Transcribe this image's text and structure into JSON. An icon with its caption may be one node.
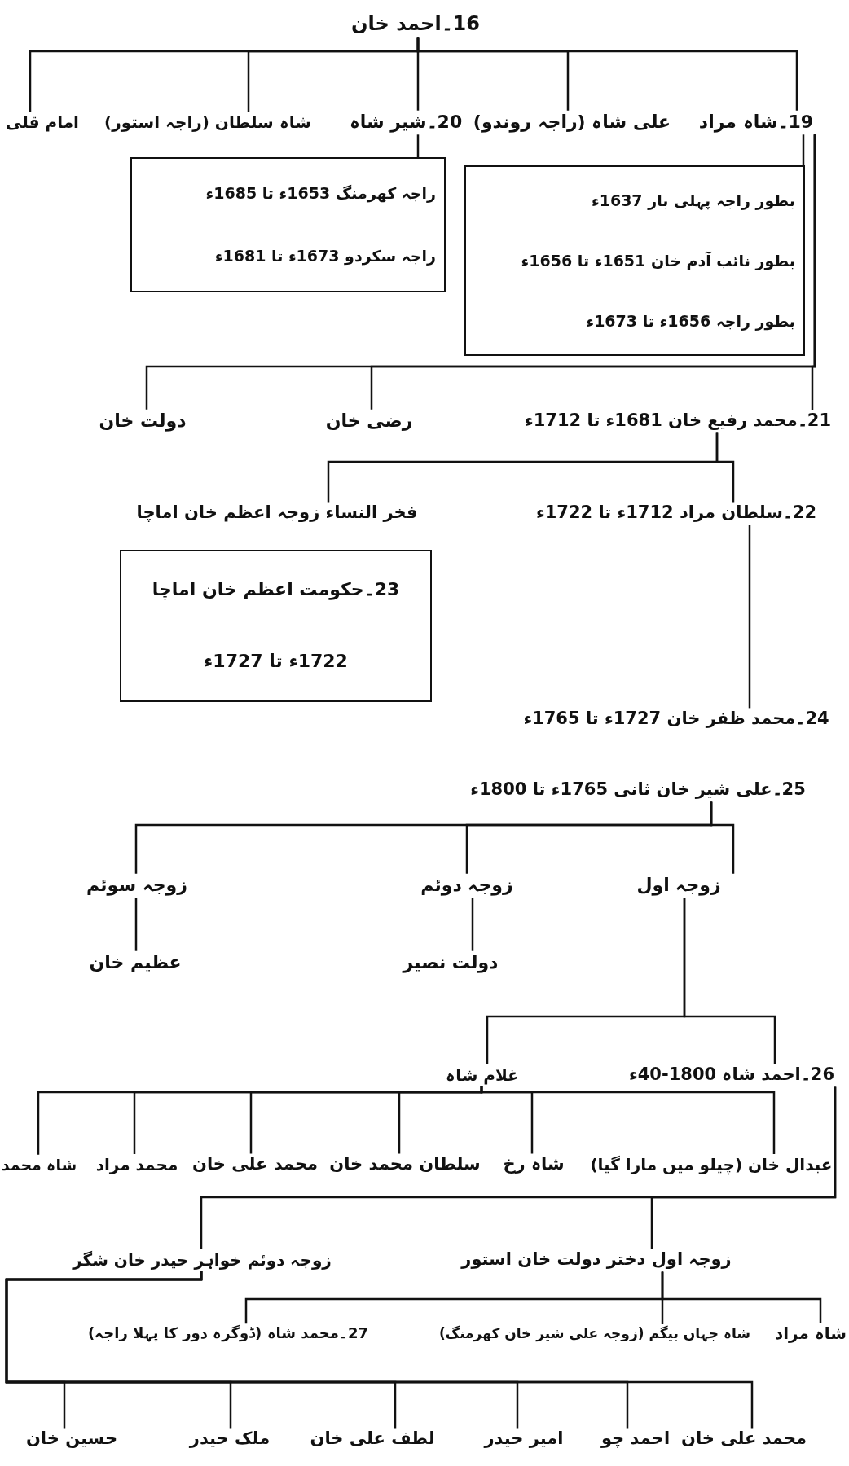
{
  "diagram": {
    "nodes": [
      {
        "text": [
          "16۔احمد خان"
        ]
      },
      {
        "text": [
          "19۔شاہ مراد"
        ]
      },
      {
        "text": [
          "علی شاہ (راجہ روندو)"
        ]
      },
      {
        "text": [
          "20۔شیر شاہ"
        ]
      },
      {
        "text": [
          "شاہ سلطان (راجہ استور)"
        ]
      },
      {
        "text": [
          "امام قلی"
        ]
      },
      {
        "text": [
          "راجہ کھرمنگ 1653ء تا 1685ء",
          "راجہ سکردو 1673ء تا 1681ء"
        ]
      },
      {
        "text": [
          "بطور راجہ پہلی بار 1637ء",
          "بطور نائب آدم خان 1651ء تا 1656ء",
          "بطور راجہ 1656ء تا 1673ء"
        ]
      },
      {
        "text": [
          "21۔محمد رفیع خان 1681ء تا 1712ء"
        ]
      },
      {
        "text": [
          "رضی خان"
        ]
      },
      {
        "text": [
          "دولت خان"
        ]
      },
      {
        "text": [
          "22۔سلطان مراد 1712ء تا 1722ء"
        ]
      },
      {
        "text": [
          "فخر النساء زوجہ اعظم خان اماچا"
        ]
      },
      {
        "text": [
          "23۔حکومت اعظم خان اماچا",
          "1722ء تا 1727ء"
        ]
      },
      {
        "text": [
          "24۔محمد ظفر خان 1727ء تا 1765ء"
        ]
      },
      {
        "text": [
          "25۔علی شیر خان ثانی 1765ء تا 1800ء"
        ]
      },
      {
        "text": [
          "زوجہ اول"
        ]
      },
      {
        "text": [
          "زوجہ دوئم"
        ]
      },
      {
        "text": [
          "زوجہ سوئم"
        ]
      },
      {
        "text": [
          "دولت نصیر"
        ]
      },
      {
        "text": [
          "عظیم خان"
        ]
      },
      {
        "text": [
          "26۔احمد شاہ 1800-40ء"
        ]
      },
      {
        "text": [
          "غلام شاہ"
        ]
      },
      {
        "text": [
          "عبدال خان (چیلو میں مارا گیا)"
        ]
      },
      {
        "text": [
          "شاہ رخ"
        ]
      },
      {
        "text": [
          "سلطان محمد خان"
        ]
      },
      {
        "text": [
          "محمد علی خان"
        ]
      },
      {
        "text": [
          "محمد مراد"
        ]
      },
      {
        "text": [
          "شاہ محمد"
        ]
      },
      {
        "text": [
          "زوجہ اول دختر دولت خان استور"
        ]
      },
      {
        "text": [
          "زوجہ دوئم خواہر حیدر خان شگر"
        ]
      },
      {
        "text": [
          "شاہ مراد"
        ]
      },
      {
        "text": [
          "شاہ جہاں بیگم (زوجہ علی شیر خان کھرمنگ)"
        ]
      },
      {
        "text": [
          "27۔محمد شاہ (ڈوگرہ دور کا پہلا راجہ)"
        ]
      },
      {
        "text": [
          "محمد علی خان"
        ]
      },
      {
        "text": [
          "احمد چو"
        ]
      },
      {
        "text": [
          "امیر حیدر"
        ]
      },
      {
        "text": [
          "لطف علی خان"
        ]
      },
      {
        "text": [
          "ملک حیدر"
        ]
      },
      {
        "text": [
          "حسین خان"
        ]
      }
    ],
    "edges": [
      {
        "from": 0,
        "to": 1,
        "arrow": "none"
      },
      {
        "from": 0,
        "to": 2,
        "arrow": "none"
      },
      {
        "from": 0,
        "to": 3,
        "arrow": "none"
      },
      {
        "from": 0,
        "to": 4,
        "arrow": "none"
      },
      {
        "from": 0,
        "to": 5,
        "arrow": "none"
      },
      {
        "from": 3,
        "to": 6,
        "arrow": "none"
      },
      {
        "from": 1,
        "to": 7,
        "arrow": "none"
      },
      {
        "from": 1,
        "to": 8,
        "arrow": "none"
      },
      {
        "from": 1,
        "to": 9,
        "arrow": "none"
      },
      {
        "from": 1,
        "to": 10,
        "arrow": "none"
      },
      {
        "from": 8,
        "to": 11,
        "arrow": "none"
      },
      {
        "from": 8,
        "to": 12,
        "arrow": "none"
      },
      {
        "from": 11,
        "to": 14,
        "arrow": "none"
      },
      {
        "from": 15,
        "to": 16,
        "arrow": "none"
      },
      {
        "from": 15,
        "to": 17,
        "arrow": "none"
      },
      {
        "from": 15,
        "to": 18,
        "arrow": "none"
      },
      {
        "from": 17,
        "to": 19,
        "arrow": "none"
      },
      {
        "from": 18,
        "to": 20,
        "arrow": "none"
      },
      {
        "from": 16,
        "to": 21,
        "arrow": "none"
      },
      {
        "from": 16,
        "to": 22,
        "arrow": "none"
      },
      {
        "from": 22,
        "to": 23,
        "arrow": "none"
      },
      {
        "from": 22,
        "to": 24,
        "arrow": "none"
      },
      {
        "from": 22,
        "to": 25,
        "arrow": "none"
      },
      {
        "from": 22,
        "to": 26,
        "arrow": "none"
      },
      {
        "from": 22,
        "to": 27,
        "arrow": "none"
      },
      {
        "from": 22,
        "to": 28,
        "arrow": "none"
      },
      {
        "from": 21,
        "to": 29,
        "arrow": "none"
      },
      {
        "from": 21,
        "to": 30,
        "arrow": "none"
      },
      {
        "from": 29,
        "to": 31,
        "arrow": "none"
      },
      {
        "from": 29,
        "to": 32,
        "arrow": "none"
      },
      {
        "from": 29,
        "to": 33,
        "arrow": "none"
      },
      {
        "from": 30,
        "to": 34,
        "arrow": "none"
      },
      {
        "from": 30,
        "to": 35,
        "arrow": "none"
      },
      {
        "from": 30,
        "to": 36,
        "arrow": "none"
      },
      {
        "from": 30,
        "to": 37,
        "arrow": "none"
      },
      {
        "from": 30,
        "to": 38,
        "arrow": "none"
      },
      {
        "from": 30,
        "to": 39,
        "arrow": "none"
      }
    ]
  }
}
